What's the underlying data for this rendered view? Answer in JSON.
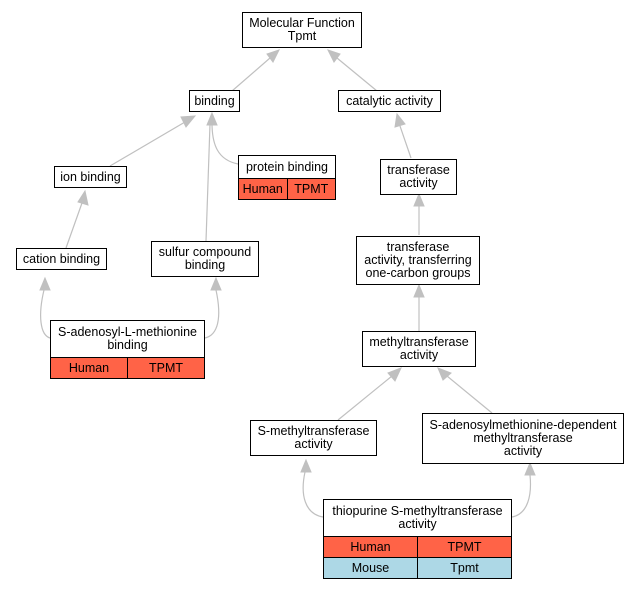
{
  "colors": {
    "human": "#ff6347",
    "mouse": "#add8e6",
    "edge": "#c0c0c0"
  },
  "nodes": {
    "root": {
      "line1": "Molecular Function",
      "line2": "Tpmt"
    },
    "binding": {
      "label": "binding"
    },
    "catalytic": {
      "label": "catalytic activity"
    },
    "ion_binding": {
      "label": "ion binding"
    },
    "protein_binding": {
      "label": "protein binding",
      "rows": [
        {
          "species": "Human",
          "gene": "TPMT"
        }
      ]
    },
    "transferase": {
      "line1": "transferase",
      "line2": "activity"
    },
    "cation_binding": {
      "label": "cation binding"
    },
    "sulfur": {
      "line1": "sulfur compound",
      "line2": "binding"
    },
    "transferase_one_carbon": {
      "line1": "transferase",
      "line2": "activity, transferring",
      "line3": "one-carbon groups"
    },
    "sam_binding": {
      "line1": "S-adenosyl-L-methionine",
      "line2": "binding",
      "rows": [
        {
          "species": "Human",
          "gene": "TPMT"
        }
      ]
    },
    "methyltransferase": {
      "line1": "methyltransferase",
      "line2": "activity"
    },
    "s_methyltransferase": {
      "line1": "S-methyltransferase",
      "line2": "activity"
    },
    "sam_dependent": {
      "line1": "S-adenosylmethionine-dependent",
      "line2": "methyltransferase",
      "line3": "activity"
    },
    "thiopurine": {
      "line1": "thiopurine S-methyltransferase",
      "line2": "activity",
      "rows": [
        {
          "species": "Human",
          "gene": "TPMT"
        },
        {
          "species": "Mouse",
          "gene": "Tpmt"
        }
      ]
    }
  }
}
